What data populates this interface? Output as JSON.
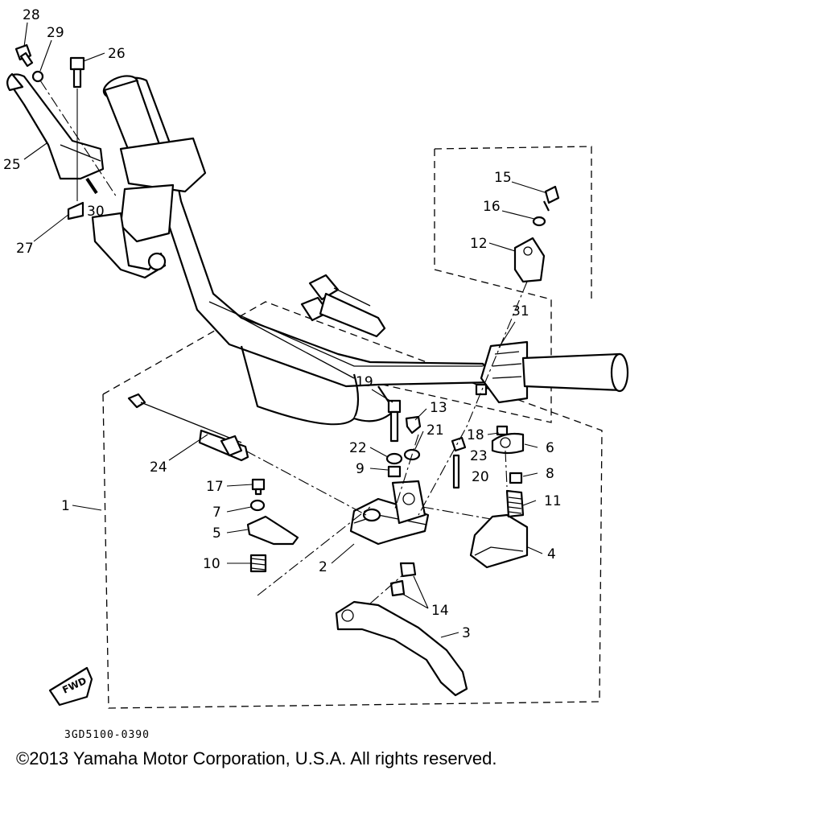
{
  "diagram": {
    "code": "3GD5100-0390",
    "copyright": "©2013 Yamaha Motor Corporation, U.S.A. All rights reserved.",
    "fwd_label": "FWD"
  },
  "callouts": [
    {
      "id": "28",
      "label": "28"
    },
    {
      "id": "29",
      "label": "29"
    },
    {
      "id": "26",
      "label": "26"
    },
    {
      "id": "25",
      "label": "25"
    },
    {
      "id": "30",
      "label": "30"
    },
    {
      "id": "27",
      "label": "27"
    },
    {
      "id": "15",
      "label": "15"
    },
    {
      "id": "16",
      "label": "16"
    },
    {
      "id": "12",
      "label": "12"
    },
    {
      "id": "31",
      "label": "31"
    },
    {
      "id": "19",
      "label": "19"
    },
    {
      "id": "13",
      "label": "13"
    },
    {
      "id": "21",
      "label": "21"
    },
    {
      "id": "22",
      "label": "22"
    },
    {
      "id": "9",
      "label": "9"
    },
    {
      "id": "18",
      "label": "18"
    },
    {
      "id": "23",
      "label": "23"
    },
    {
      "id": "6",
      "label": "6"
    },
    {
      "id": "8",
      "label": "8"
    },
    {
      "id": "20",
      "label": "20"
    },
    {
      "id": "11",
      "label": "11"
    },
    {
      "id": "24",
      "label": "24"
    },
    {
      "id": "17",
      "label": "17"
    },
    {
      "id": "7",
      "label": "7"
    },
    {
      "id": "5",
      "label": "5"
    },
    {
      "id": "1",
      "label": "1"
    },
    {
      "id": "10",
      "label": "10"
    },
    {
      "id": "2",
      "label": "2"
    },
    {
      "id": "4",
      "label": "4"
    },
    {
      "id": "14",
      "label": "14"
    },
    {
      "id": "3",
      "label": "3"
    }
  ]
}
